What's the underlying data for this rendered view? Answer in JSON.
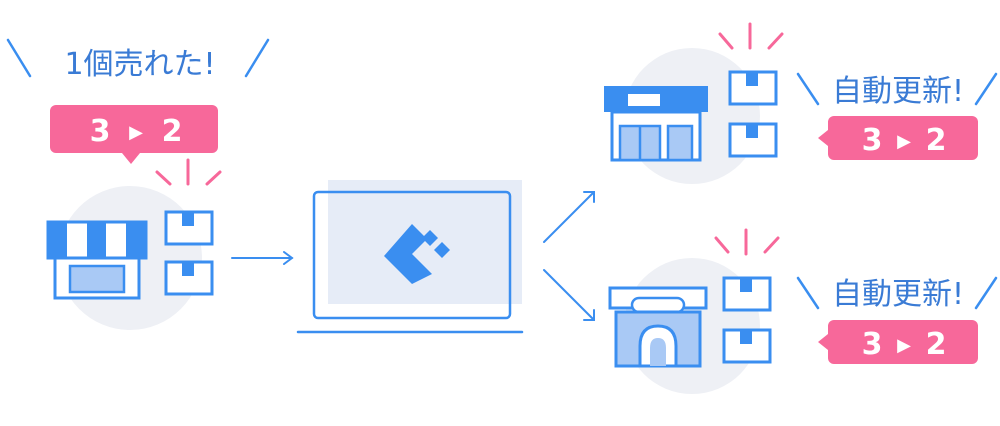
{
  "colors": {
    "blue": "#3a8ef0",
    "blue_light": "#a9c9f5",
    "pink": "#f7689a",
    "circle_bg": "#eef0f5",
    "screen_bg": "#e6ecf7",
    "text_blue": "#3a7bd5"
  },
  "left_store": {
    "callout": "1個売れた!",
    "badge": {
      "from": "3",
      "arrow": "▶",
      "to": "2"
    }
  },
  "right_top_store": {
    "callout": "自動更新!",
    "badge": {
      "from": "3",
      "arrow": "▶",
      "to": "2"
    }
  },
  "right_bottom_store": {
    "callout": "自動更新!",
    "badge": {
      "from": "3",
      "arrow": "▶",
      "to": "2"
    }
  },
  "icons": [
    "shop-awning-icon",
    "package-icon",
    "laptop-icon",
    "app-logo-icon",
    "building-store-icon",
    "arch-store-icon",
    "arrow-icon",
    "sparkle-lines-icon"
  ]
}
